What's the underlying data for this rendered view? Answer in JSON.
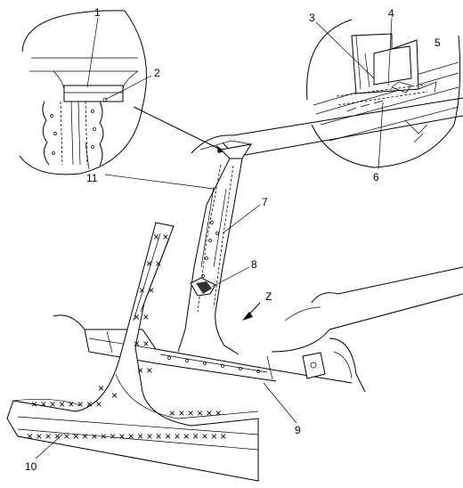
{
  "callouts": [
    {
      "id": "c1",
      "label": "1"
    },
    {
      "id": "c2",
      "label": "2"
    },
    {
      "id": "c3",
      "label": "3"
    },
    {
      "id": "c4",
      "label": "4"
    },
    {
      "id": "c5",
      "label": "5"
    },
    {
      "id": "c6",
      "label": "6"
    },
    {
      "id": "c7",
      "label": "7"
    },
    {
      "id": "c8",
      "label": "8"
    },
    {
      "id": "c9",
      "label": "9"
    },
    {
      "id": "c10",
      "label": "10"
    },
    {
      "id": "c11",
      "label": "11"
    }
  ],
  "view_arrow_label": "Z"
}
